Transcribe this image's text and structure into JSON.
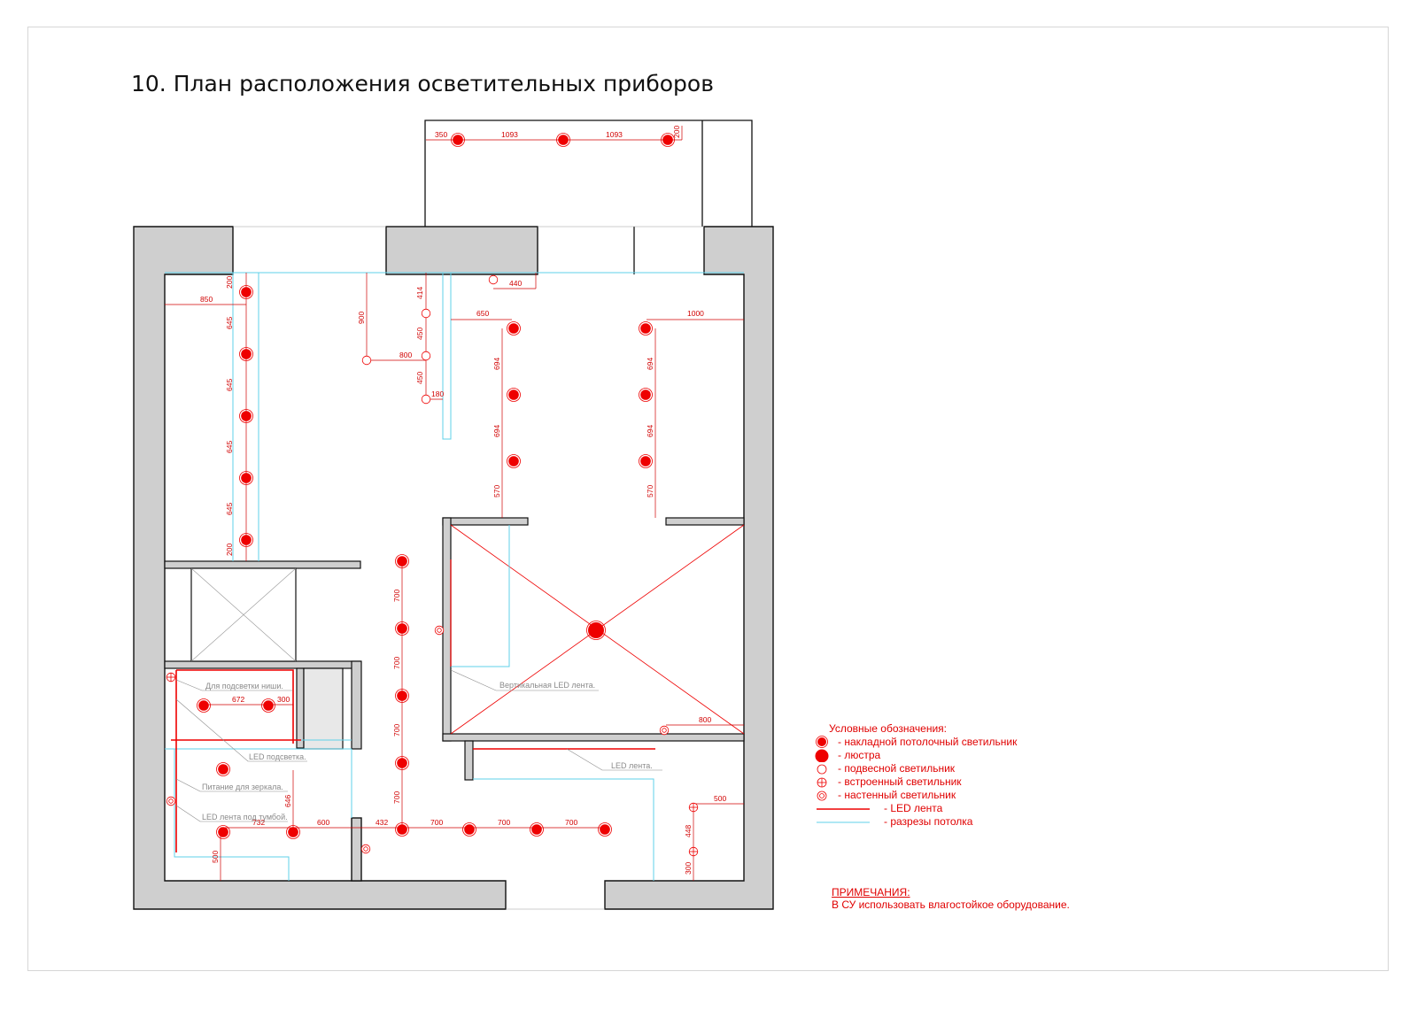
{
  "page_title": "10. План расположения осветительных приборов",
  "dimensions": {
    "d350": "350",
    "d1093a": "1093",
    "d1093b": "1093",
    "d200top": "200",
    "d850": "850",
    "d200a": "200",
    "d645a": "645",
    "d645b": "645",
    "d645c": "645",
    "d645d": "645",
    "d200b": "200",
    "d900": "900",
    "d414": "414",
    "d450a": "450",
    "d450b": "450",
    "d800a": "800",
    "d180": "180",
    "d440": "440",
    "d650": "650",
    "d694a": "694",
    "d694b": "694",
    "d570a": "570",
    "d1000": "1000",
    "d694c": "694",
    "d694d": "694",
    "d570b": "570",
    "d700v1": "700",
    "d700v2": "700",
    "d700v3": "700",
    "d700v4": "700",
    "d672": "672",
    "d300a": "300",
    "d646": "646",
    "d732": "732",
    "d600": "600",
    "d500a": "500",
    "d432": "432",
    "d700h1": "700",
    "d700h2": "700",
    "d700h3": "700",
    "d800b": "800",
    "d500b": "500",
    "d448": "448",
    "d300b": "300"
  },
  "annotations": {
    "niche_light": "Для подсветки ниши.",
    "led_backlight": "LED подсветка.",
    "mirror_power": "Питание для зеркала.",
    "led_under_cabinet": "LED лента под тумбой.",
    "vertical_led": "Вертикальная LED лента.",
    "led_strip": "LED лента."
  },
  "legend": {
    "title": "Условные обозначения:",
    "items": [
      {
        "symbol": "surface-ceiling-light-icon",
        "label": "- накладной потолочный светильник"
      },
      {
        "symbol": "chandelier-icon",
        "label": "- люстра"
      },
      {
        "symbol": "pendant-light-icon",
        "label": "- подвесной светильник"
      },
      {
        "symbol": "recessed-light-icon",
        "label": "- встроенный светильник"
      },
      {
        "symbol": "wall-light-icon",
        "label": "- настенный светильник"
      },
      {
        "symbol": "led-strip-line",
        "label": "- LED лента"
      },
      {
        "symbol": "ceiling-cut-line",
        "label": "- разрезы потолка"
      }
    ]
  },
  "notes": {
    "title": "ПРИМЕЧАНИЯ:",
    "text": "В СУ использовать влагостойкое оборудование."
  },
  "colors": {
    "wall": "#cfcfcf",
    "light": "#ee0000",
    "dimension": "#d10000",
    "ceiling_cut": "#5fd0e8",
    "annotation": "#8a8a8a"
  }
}
